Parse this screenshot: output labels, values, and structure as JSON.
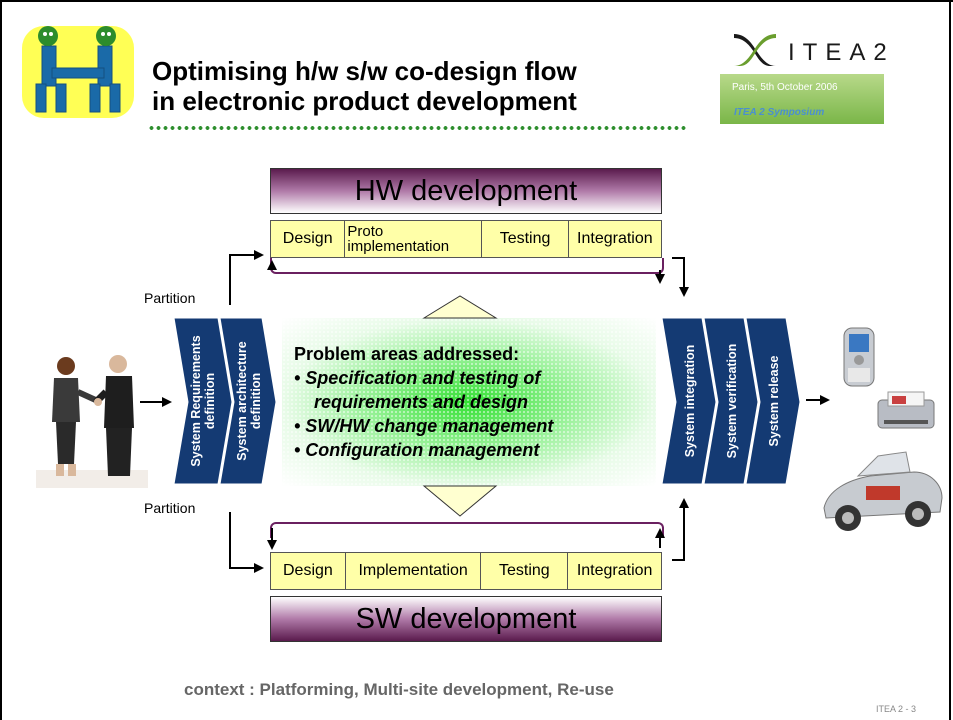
{
  "title": {
    "line1": "Optimising h/w s/w co-design flow",
    "line2": "in electronic product development"
  },
  "branding": {
    "logo_text": "ITEA2",
    "event_date": "Paris, 5th October 2006",
    "event_name": "ITEA 2 Symposium"
  },
  "hw": {
    "header": "HW development",
    "phases": [
      "Design",
      "Proto implementation",
      "Testing",
      "Integration"
    ]
  },
  "sw": {
    "header": "SW development",
    "phases": [
      "Design",
      "Implementation",
      "Testing",
      "Integration"
    ]
  },
  "labels": {
    "partition_top": "Partition",
    "partition_bottom": "Partition"
  },
  "left_chevrons": [
    "System Requirements definition",
    "System architecture definition"
  ],
  "right_chevrons": [
    "System integration",
    "System verification",
    "System release"
  ],
  "problem_areas": {
    "heading": "Problem areas addressed:",
    "items": [
      "• Specification and testing of",
      "requirements and design",
      "• SW/HW change management",
      "• Configuration management"
    ]
  },
  "footer": "context : Platforming, Multi-site development, Re-use",
  "page_number": "ITEA 2 - 3",
  "colors": {
    "chevron": "#143a73",
    "phase_bg": "#ffffa8",
    "dev_header": "#5a1b4d",
    "accent_green": "#7ab648"
  }
}
